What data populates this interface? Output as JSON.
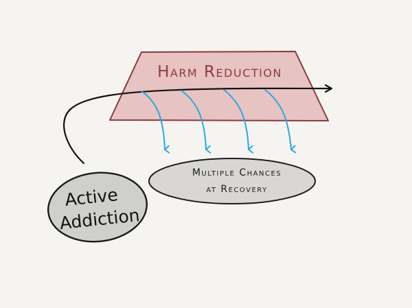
{
  "diagram": {
    "harm_reduction": {
      "label": "Harm Reduction",
      "fill": "#e7c3c1",
      "stroke": "#8a3a3c",
      "text_color": "#8e3b3e"
    },
    "recovery": {
      "line1": "Multiple Chances",
      "line2": "at Recovery",
      "fill": "#d8d7d4",
      "stroke": "#1a1a1a"
    },
    "addiction": {
      "line1": "Active",
      "line2": "Addiction",
      "fill": "#cfcfcc",
      "stroke": "#1a1a1a"
    },
    "main_path": {
      "color": "#111111"
    },
    "chance_arrows": {
      "color": "#2aa7de",
      "count": 4
    }
  }
}
